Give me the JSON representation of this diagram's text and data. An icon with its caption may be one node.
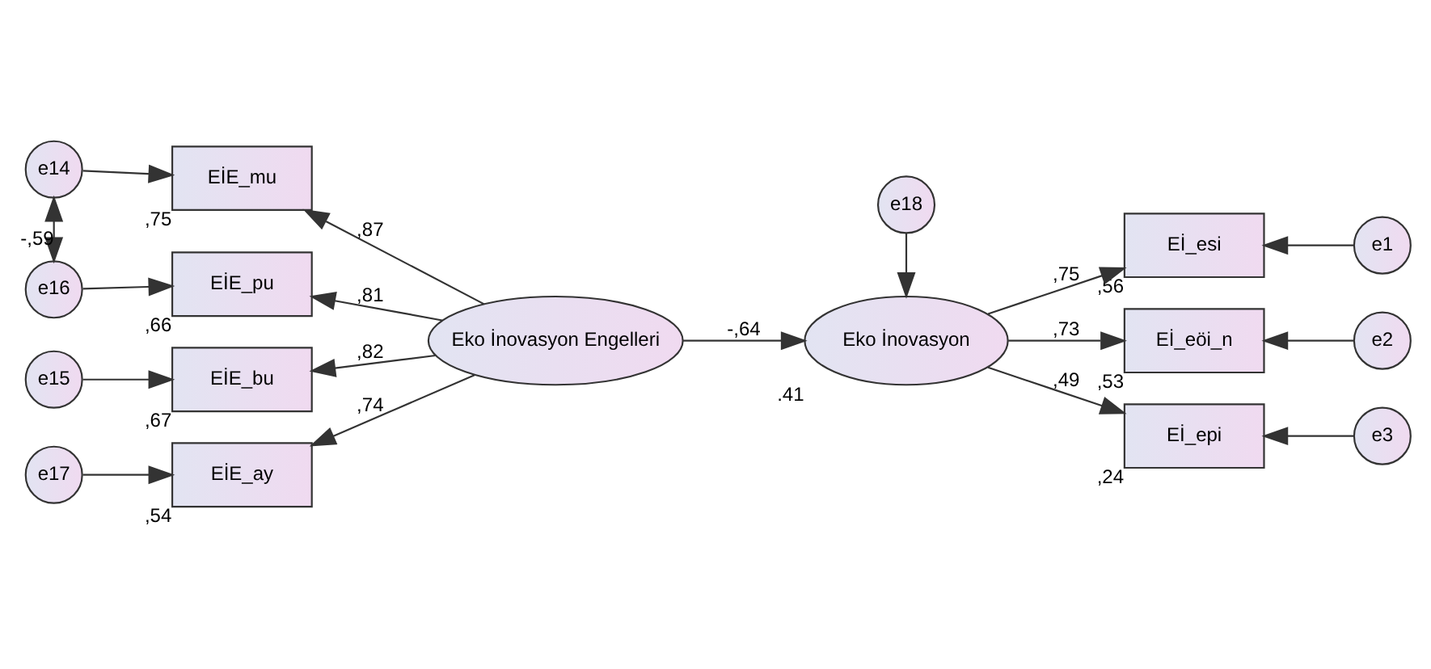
{
  "diagram": {
    "nodes": [
      {
        "text": [
          "e18"
        ]
      },
      {
        "text": [
          "Eko İnovasyon"
        ],
        "beside": [
          ".41"
        ]
      },
      {
        "text": [
          "Eİ_esi"
        ],
        "beside": [
          ",56"
        ]
      },
      {
        "text": [
          "Eİ_eöi_n"
        ],
        "beside": [
          ",53"
        ]
      },
      {
        "text": [
          "Eİ_epi"
        ],
        "beside": [
          ",24"
        ]
      },
      {
        "text": [
          "e1"
        ]
      },
      {
        "text": [
          "e2"
        ]
      },
      {
        "text": [
          "e3"
        ]
      },
      {
        "text": [
          "e14"
        ]
      },
      {
        "text": [
          "EİE_mu"
        ],
        "beside": [
          ",75"
        ]
      },
      {
        "text": [
          "e15"
        ]
      },
      {
        "text": [
          "EİE_bu"
        ],
        "beside": [
          ",67"
        ]
      },
      {
        "text": [
          "e16"
        ]
      },
      {
        "text": [
          "EİE_pu"
        ],
        "beside": [
          ",66"
        ]
      },
      {
        "text": [
          "e17"
        ]
      },
      {
        "text": [
          "EİE_ay"
        ],
        "beside": [
          ",54"
        ]
      },
      {
        "text": [
          "Eko İnovasyon Engelleri"
        ]
      }
    ],
    "edges": [
      {
        "from": 0,
        "to": 1,
        "arrow": "to"
      },
      {
        "from": 1,
        "to": 2,
        "arrow": "to",
        "label": ",75"
      },
      {
        "from": 1,
        "to": 3,
        "arrow": "to",
        "label": ",73"
      },
      {
        "from": 1,
        "to": 4,
        "arrow": "to",
        "label": ",49"
      },
      {
        "from": 5,
        "to": 2,
        "arrow": "to"
      },
      {
        "from": 6,
        "to": 3,
        "arrow": "to"
      },
      {
        "from": 7,
        "to": 4,
        "arrow": "to"
      },
      {
        "from": 8,
        "to": 9,
        "arrow": "to"
      },
      {
        "from": 10,
        "to": 11,
        "arrow": "to"
      },
      {
        "from": 12,
        "to": 13,
        "arrow": "to"
      },
      {
        "from": 14,
        "to": 15,
        "arrow": "to"
      },
      {
        "from": 16,
        "to": 9,
        "arrow": "to",
        "label": ",87"
      },
      {
        "from": 16,
        "to": 11,
        "arrow": "to",
        "label": ",82"
      },
      {
        "from": 16,
        "to": 13,
        "arrow": "to",
        "label": ",81"
      },
      {
        "from": 16,
        "to": 15,
        "arrow": "to",
        "label": ",74"
      },
      {
        "from": 8,
        "to": 12,
        "arrow": "both",
        "label": "-,59"
      },
      {
        "from": 16,
        "to": 1,
        "arrow": "to",
        "label": "-,64"
      }
    ]
  }
}
